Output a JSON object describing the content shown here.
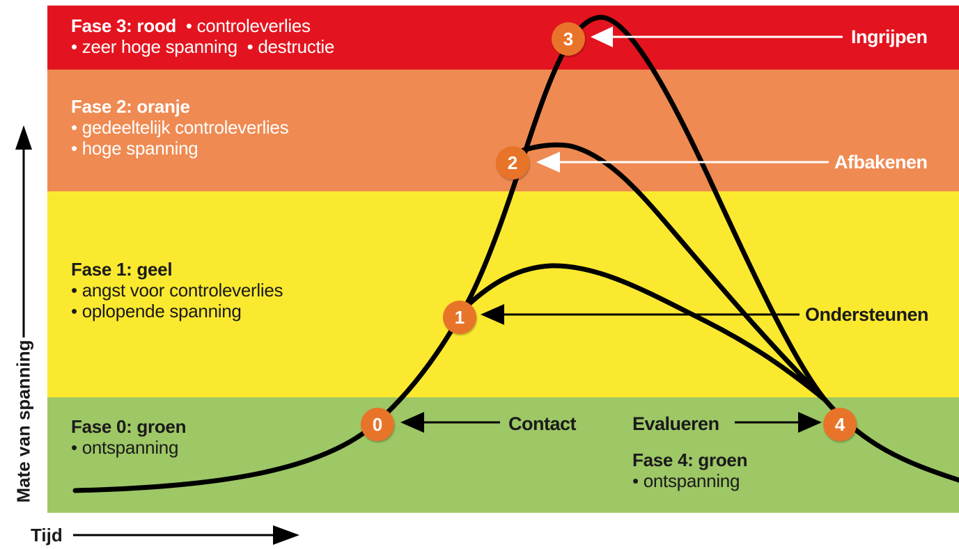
{
  "colors": {
    "red": "#e3141f",
    "orange": "#ef8a52",
    "yellow": "#fbe92f",
    "green": "#9ec766",
    "marker": "#e8742a",
    "curve": "#000000"
  },
  "axes": {
    "y_label": "Mate van spanning",
    "x_label": "Tijd"
  },
  "phases": {
    "phase3": {
      "title": "Fase 3: rood",
      "items": [
        "controleverlies",
        "zeer hoge spanning",
        "destructie"
      ]
    },
    "phase2": {
      "title": "Fase 2: oranje",
      "items": [
        "gedeeltelijk controleverlies",
        "hoge spanning"
      ]
    },
    "phase1": {
      "title": "Fase 1: geel",
      "items": [
        "angst voor controleverlies",
        "oplopende spanning"
      ]
    },
    "phase0": {
      "title": "Fase 0: groen",
      "items": [
        "ontspanning"
      ]
    },
    "phase4": {
      "title": "Fase 4: groen",
      "items": [
        "ontspanning"
      ]
    }
  },
  "markers": [
    "0",
    "1",
    "2",
    "3",
    "4"
  ],
  "actions": {
    "contact": "Contact",
    "ondersteunen": "Ondersteunen",
    "afbakenen": "Afbakenen",
    "ingrijpen": "Ingrijpen",
    "evalueren": "Evalueren"
  }
}
